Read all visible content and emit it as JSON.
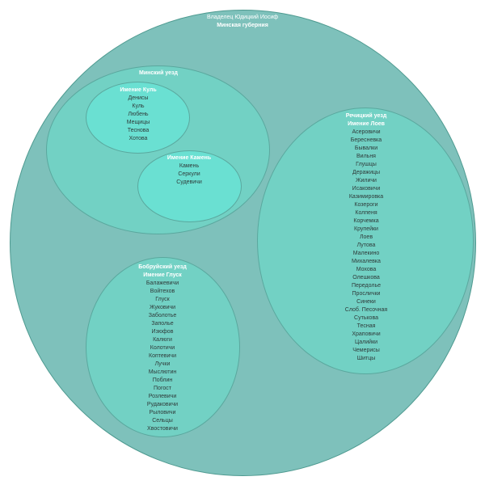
{
  "outer": {
    "line1": "Владелец Юдицкий Иосиф",
    "line2": "Минская губерния"
  },
  "minsk_uezd": {
    "title": "Минский уезд"
  },
  "imenie_kul": {
    "title": "Имение Куль",
    "items": [
      "Денисы",
      "Куль",
      "Любень",
      "Мещицы",
      "Теснова",
      "Хотова"
    ]
  },
  "imenie_kamen": {
    "title": "Имение Камень",
    "items": [
      "Камень",
      "Серкули",
      "Судевичи"
    ]
  },
  "rechitsa_uezd": {
    "title": "Речицкий уезд",
    "subtitle": "Имение Лоев",
    "items": [
      "Асеровичи",
      "Бересневка",
      "Бывалки",
      "Вильня",
      "Глушцы",
      "Деражицы",
      "Жиличи",
      "Исаковичи",
      "Казимировка",
      "Козероги",
      "Колпеня",
      "Корчемка",
      "Крупейки",
      "Лоев",
      "Лутова",
      "Малекино",
      "Михалевка",
      "Мохова",
      "Олешкова",
      "Передолье",
      "Прослички",
      "Синеки",
      "Слоб. Песочная",
      "Сутькова",
      "Тесная",
      "Храповичи",
      "Цалийки",
      "Чемерисы",
      "Шитцы"
    ]
  },
  "bobruisk_uezd": {
    "title": "Бобруйский уезд",
    "subtitle": "Имение Глуск",
    "items": [
      "Балажевичи",
      "Войтехов",
      "Глуск",
      "Жуковичи",
      "Заболотье",
      "Заполье",
      "Изюфов",
      "Калюги",
      "Колотичи",
      "Коптевичи",
      "Лучки",
      "Мыслютин",
      "Поблин",
      "Погост",
      "Розлевичи",
      "Рудаковичи",
      "Рыловичи",
      "Сельцы",
      "Хвостовичи"
    ]
  }
}
